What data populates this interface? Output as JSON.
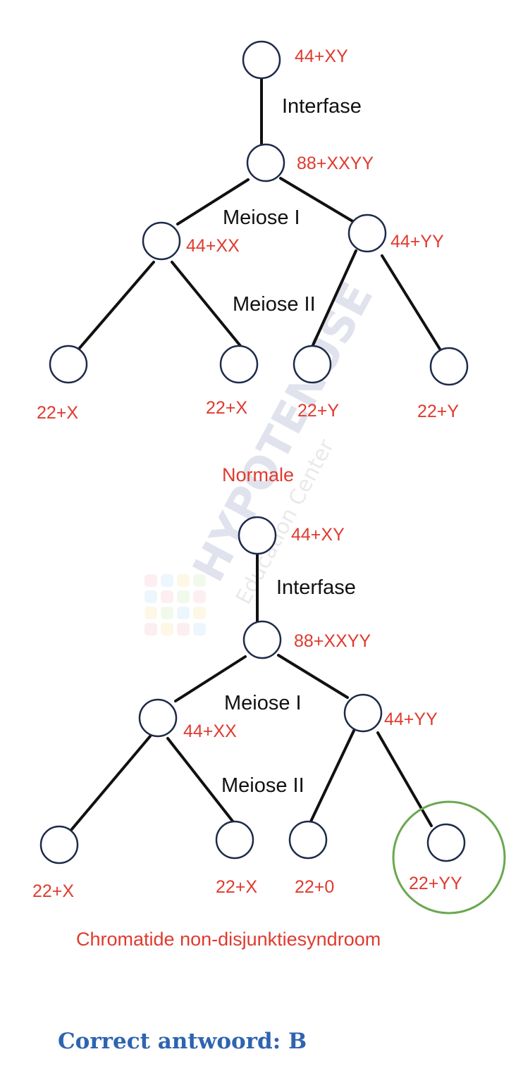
{
  "normal": {
    "top_cell": "44+XY",
    "interphase_label": "Interfase",
    "after_interphase": "88+XXYY",
    "meiosis1_label": "Meiose I",
    "left_cell": "44+XX",
    "right_cell": "44+YY",
    "meiosis2_label": "Meiose II",
    "gametes": [
      "22+X",
      "22+X",
      "22+Y",
      "22+Y"
    ],
    "caption": "Normale"
  },
  "nondisjunction": {
    "top_cell": "44+XY",
    "interphase_label": "Interfase",
    "after_interphase": "88+XXYY",
    "meiosis1_label": "Meiose I",
    "left_cell": "44+XX",
    "right_cell": "44+YY",
    "meiosis2_label": "Meiose II",
    "gametes": [
      "22+X",
      "22+X",
      "22+0",
      "22+YY"
    ],
    "caption": "Chromatide non-disjunktiesyndroom"
  },
  "watermark": {
    "brand": "HYPOTENUSE",
    "sub": "Education Center"
  },
  "answer": "Correct antwoord: B",
  "colors": {
    "label_red": "#e03a2f",
    "node_stroke": "#1d2a4a",
    "highlight_green": "#6aa84f",
    "answer_blue": "#2e64b0"
  }
}
